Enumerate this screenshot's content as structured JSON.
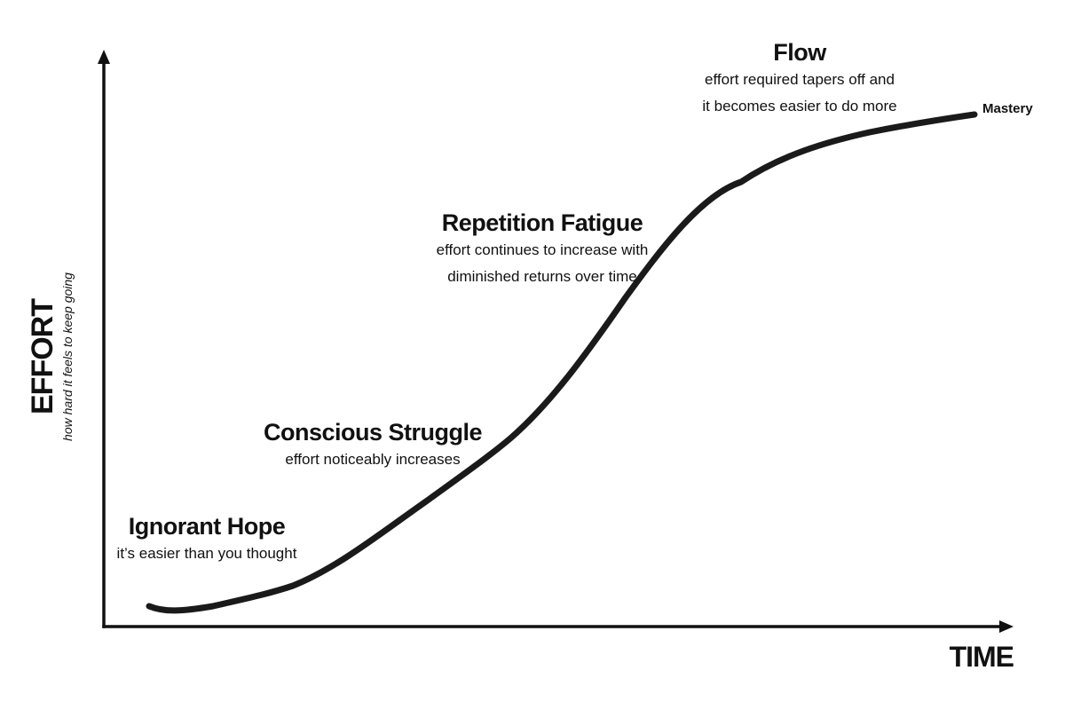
{
  "axes": {
    "y_title": "EFFORT",
    "y_subtitle": "how hard it feels to keep going",
    "x_title": "TIME"
  },
  "stages": [
    {
      "title": "Ignorant Hope",
      "lines": [
        "it’s easier than you thought"
      ]
    },
    {
      "title": "Conscious Struggle",
      "lines": [
        "effort noticeably increases"
      ]
    },
    {
      "title": "Repetition Fatigue",
      "lines": [
        "effort continues to increase with",
        "diminished returns over time"
      ]
    },
    {
      "title": "Flow",
      "lines": [
        "effort required tapers off and",
        "it becomes easier to do more"
      ]
    }
  ],
  "endpoint_label": "Mastery"
}
